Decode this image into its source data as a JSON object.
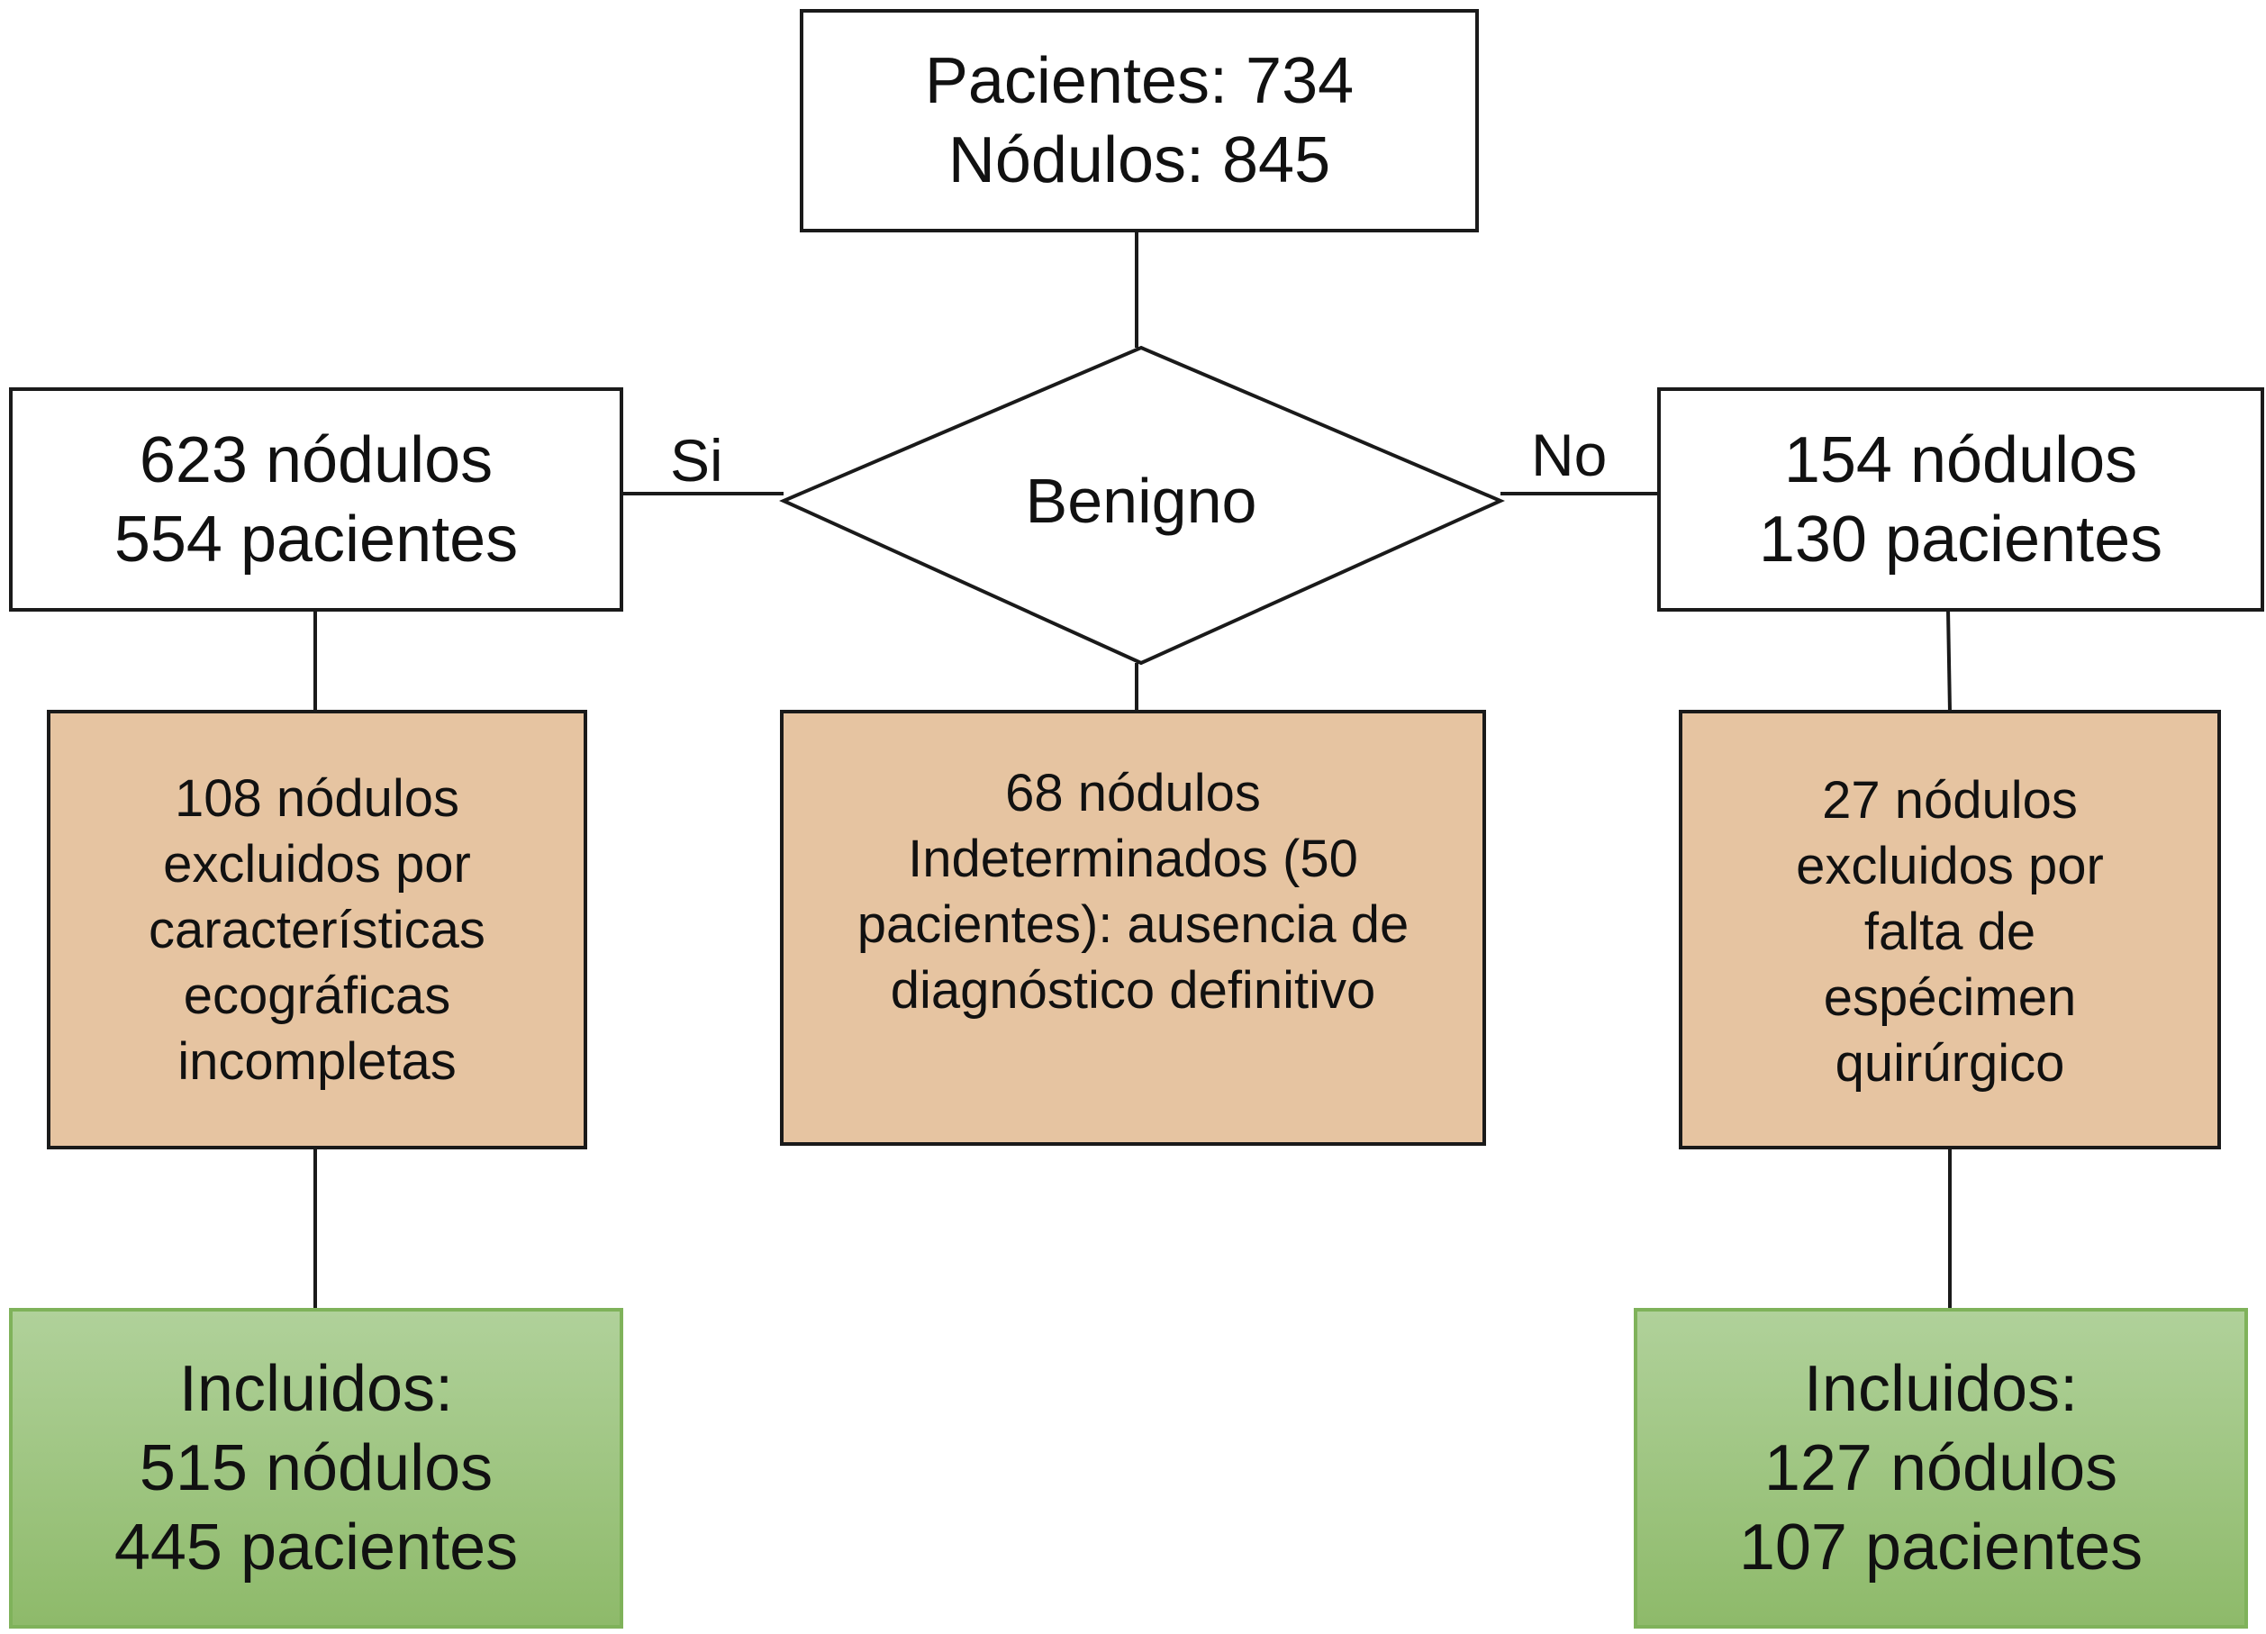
{
  "top_box": {
    "line1": "Pacientes: 734",
    "line2": "Nódulos: 845"
  },
  "decision": {
    "label": "Benigno",
    "yes_label": "Si",
    "no_label": "No"
  },
  "left_box": {
    "line1": "623 nódulos",
    "line2": "554 pacientes"
  },
  "right_box": {
    "line1": "154 nódulos",
    "line2": "130 pacientes"
  },
  "left_excluded": {
    "lines": [
      "108 nódulos",
      "excluidos por",
      "características",
      "ecográficas",
      "incompletas"
    ]
  },
  "center_excluded": {
    "lines": [
      "68 nódulos",
      "Indeterminados (50",
      "pacientes): ausencia de",
      "diagnóstico definitivo"
    ]
  },
  "right_excluded": {
    "lines": [
      "27 nódulos",
      "excluidos por",
      "falta de",
      "espécimen",
      "quirúrgico"
    ]
  },
  "left_included": {
    "line1": "Incluidos:",
    "line2": "515 nódulos",
    "line3": "445 pacientes"
  },
  "right_included": {
    "line1": "Incluidos:",
    "line2": "127 nódulos",
    "line3": "107 pacientes"
  },
  "colors": {
    "excluded_fill": "#e6c4a1",
    "included_fill": "#9fc784",
    "border": "#1a1a1a"
  }
}
